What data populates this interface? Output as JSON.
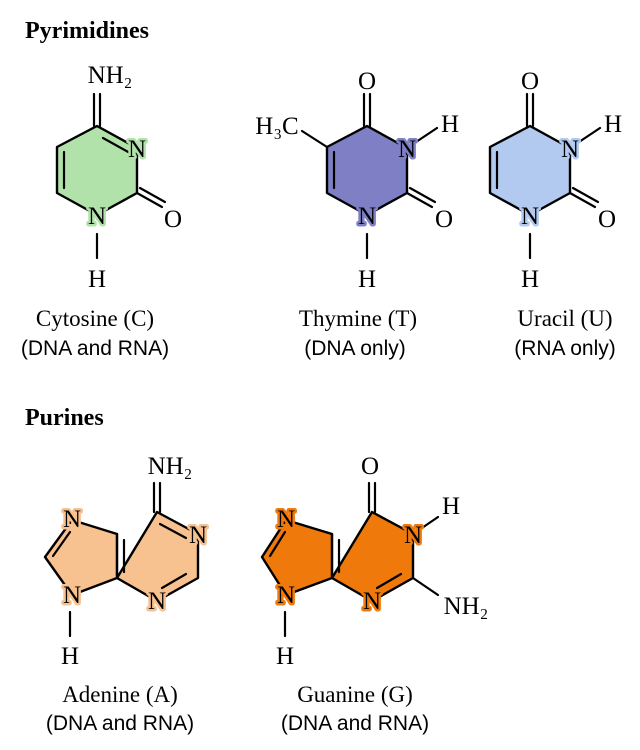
{
  "sections": {
    "pyrimidines": "Pyrimidines",
    "purines": "Purines"
  },
  "atoms": {
    "N": "N",
    "O": "O",
    "H": "H",
    "NH2": "NH₂",
    "H3C": "H₃C"
  },
  "colors": {
    "cytosine": "#b1e2a9",
    "thymine": "#7f7fc5",
    "uracil": "#b2caef",
    "adenine": "#f7c190",
    "guanine": "#ef790b"
  },
  "bases": {
    "cytosine": {
      "name": "Cytosine (C)",
      "occurs": "(DNA and RNA)"
    },
    "thymine": {
      "name": "Thymine (T)",
      "occurs": "(DNA only)"
    },
    "uracil": {
      "name": "Uracil (U)",
      "occurs": "(RNA only)"
    },
    "adenine": {
      "name": "Adenine (A)",
      "occurs": "(DNA and RNA)"
    },
    "guanine": {
      "name": "Guanine (G)",
      "occurs": "(DNA and RNA)"
    }
  }
}
